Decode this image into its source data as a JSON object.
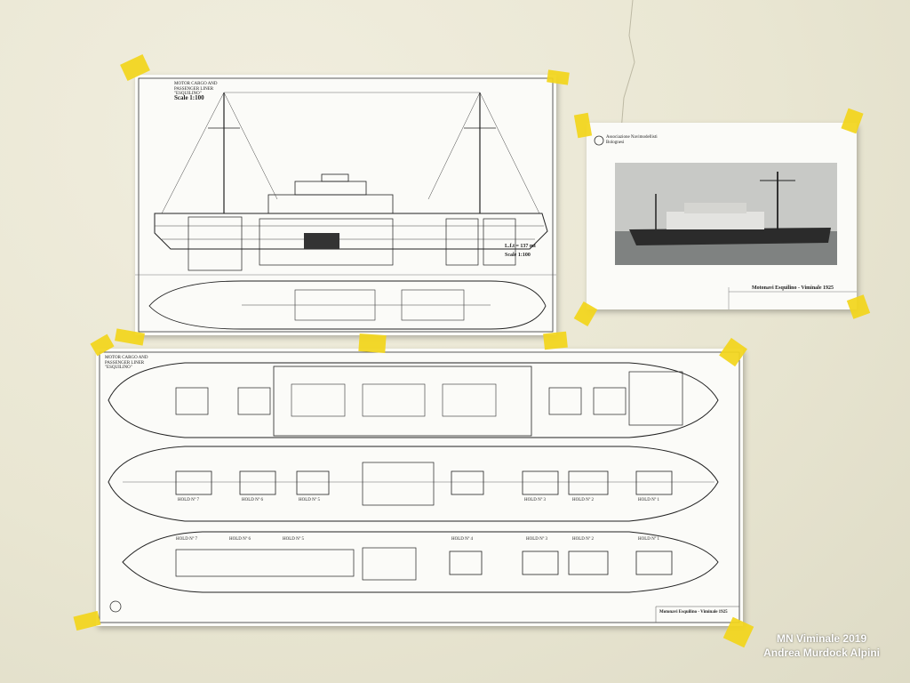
{
  "photo": {
    "wall_color": "#ebe8d6",
    "tape_color": "#f2d51c",
    "credit": {
      "line1": "MN Viminale 2019",
      "line2": "Andrea Murdock Alpini"
    }
  },
  "top_left_drawing": {
    "title_block": "MOTOR CARGO AND PASSENGER LINER \"ESQUILINO\"",
    "scale_label": "Scale 1:100",
    "lft_label": "L.f.t = 137 mt",
    "scale_label_2": "Scale 1:100"
  },
  "photo_sheet": {
    "logo_text": "Associazione Navimodellisti Bolognesi",
    "title": "Motonavi Esquilino - Viminale 1925"
  },
  "bottom_drawing": {
    "title_block": "MOTOR CARGO AND PASSENGER LINER \"ESQUILINO\"",
    "holds_mid": [
      "HOLD Nº 7",
      "HOLD Nº 6",
      "HOLD Nº 5",
      "HOLD Nº 3",
      "HOLD Nº 2",
      "HOLD Nº 1"
    ],
    "holds_low": [
      "HOLD Nº 7",
      "HOLD Nº 6",
      "HOLD Nº 5",
      "HOLD Nº 4",
      "HOLD Nº 3",
      "HOLD Nº 2",
      "HOLD Nº 1"
    ],
    "footer_title": "Motonavi Esquilino - Viminale 1925"
  }
}
